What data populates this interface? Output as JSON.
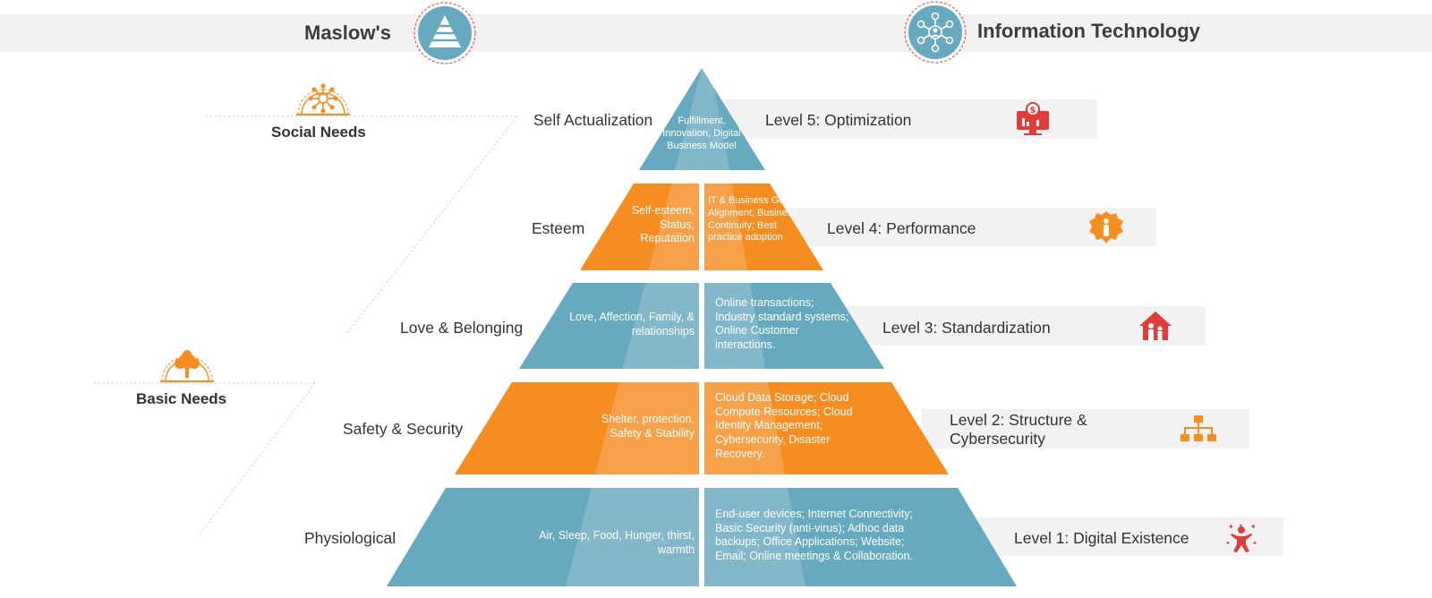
{
  "header": {
    "left_title": "Maslow's",
    "right_title": "Information Technology",
    "left_icon": "pyramid-icon",
    "right_icon": "network-people-icon"
  },
  "groups": [
    {
      "label": "Social Needs",
      "icon": "social-network-icon"
    },
    {
      "label": "Basic Needs",
      "icon": "tree-icon"
    }
  ],
  "maslow_levels": [
    {
      "name": "Self Actualization",
      "description": "Fulfillment, Innovation, Digital Business Model"
    },
    {
      "name": "Esteem",
      "description": "Self-esteem, Status, Reputation"
    },
    {
      "name": "Love & Belonging",
      "description": "Love, Affection, Family, & relationships"
    },
    {
      "name": "Safety & Security",
      "description": "Shelter, protection, Safety & Stability"
    },
    {
      "name": "Physiological",
      "description": "Air, Sleep, Food, Hunger, thirst, warmth"
    }
  ],
  "it_levels": [
    {
      "label": "Level 5: Optimization",
      "description": "",
      "icon": "monitor-dollar-icon"
    },
    {
      "label": "Level 4: Performance",
      "description": "IT & Business Goal Alignment; Business Continuity; Best practice adoption",
      "icon": "badge-person-icon"
    },
    {
      "label": "Level 3: Standardization",
      "description": "Online transactions; Industry standard systems; Online Customer interactions.",
      "icon": "house-family-icon"
    },
    {
      "label": "Level 2: Structure & Cybersecurity",
      "description": "Cloud Data Storage; Cloud Compute Resources; Cloud Identity Management; Cybersecurity, Disaster Recovery.",
      "icon": "hierarchy-icon"
    },
    {
      "label": "Level 1: Digital Existence",
      "description": "End-user devices; Internet Connectivity; Basic Security (anti-virus); Adhoc data backups; Office Applications; Website; Email; Online meetings & Collaboration.",
      "icon": "person-stars-icon"
    }
  ],
  "colors": {
    "teal": "#67a9bf",
    "orange": "#f58d21",
    "red": "#e03c3c",
    "band": "#f2f2f2"
  }
}
